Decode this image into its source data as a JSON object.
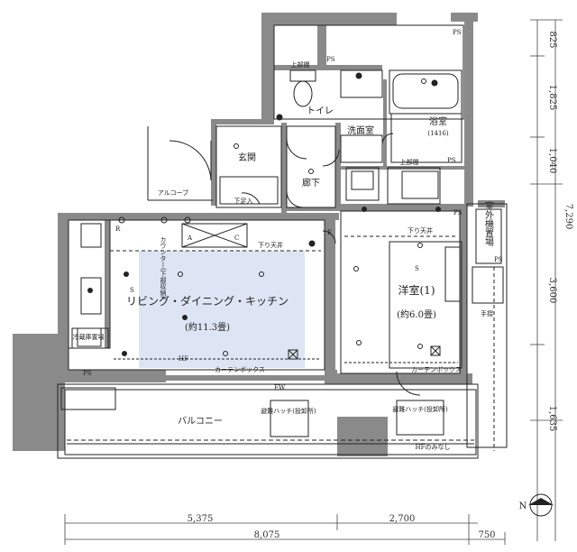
{
  "rooms": {
    "ldk_name": "リビング・ダイニング・キッチン",
    "ldk_size": "(約11.3畳)",
    "western_name": "洋室(1)",
    "western_size": "(約6.0畳)",
    "toilet": "トイレ",
    "washroom": "洗面室",
    "bath": "浴室",
    "bath_size": "(1416)",
    "entrance": "玄関",
    "hallway": "廊下",
    "alcove": "アルコーブ",
    "balcony": "バルコニー",
    "outdoor_unit": "室外機置場"
  },
  "labels": {
    "ps": "PS",
    "ps_upper": "PS",
    "ps_mid": "PS",
    "ps_right1": "PS",
    "ps_right2": "PS",
    "ps_left": "PS",
    "counter": "カウンター(下部収納)",
    "fridge": "冷蔵庫置場",
    "curtain_box1": "カーテンボックス",
    "curtain_box2": "カーテンボックス",
    "drop_ceiling1": "下り天井",
    "drop_ceiling2": "下り天井",
    "upper_cabinet1": "上部棚",
    "upper_cabinet2": "上部棚",
    "shoe_box": "下足入",
    "hatch1": "避難ハッチ(投卸所)",
    "hatch2": "避難ハッチ(投卸所)",
    "handrail": "手摺",
    "hf": "HF",
    "hf_note": "HFのみなし",
    "sr_mark": "S",
    "ac_a": "A",
    "ac_c": "C",
    "r_mark": "R",
    "f_mark": "F",
    "ew_mark": "EW"
  },
  "dimensions": {
    "right": [
      "825",
      "1,825",
      "1,040",
      "3,600",
      "1,635"
    ],
    "right_total": "7,290",
    "bottom": [
      "5,375",
      "2,700"
    ],
    "bottom_total": "8,075",
    "bottom_extra": "750"
  },
  "compass": "N",
  "colors": {
    "wall": "#8a8a8a",
    "ldk_fill": "#dde5f5",
    "line": "#222222"
  }
}
